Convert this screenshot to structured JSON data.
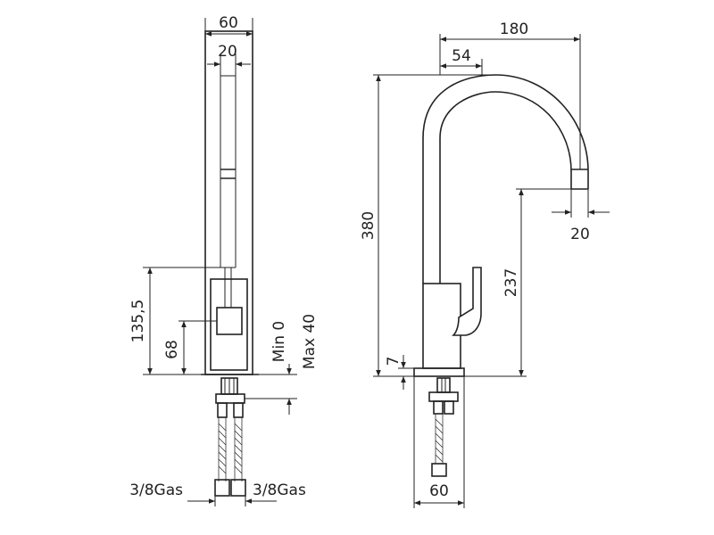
{
  "front_view": {
    "width_total": "60",
    "width_spout": "20",
    "height_body": "135,5",
    "height_lever": "68",
    "deck_min": "Min 0",
    "deck_max": "Max 40",
    "connection_left": "3/8Gas",
    "connection_right": "3/8Gas"
  },
  "side_view": {
    "reach": "180",
    "spout_offset": "54",
    "total_height": "380",
    "outlet_height": "237",
    "outlet_width": "20",
    "base_height": "7",
    "base_width": "60"
  },
  "colors": {
    "line": "#222222",
    "background": "#ffffff"
  }
}
